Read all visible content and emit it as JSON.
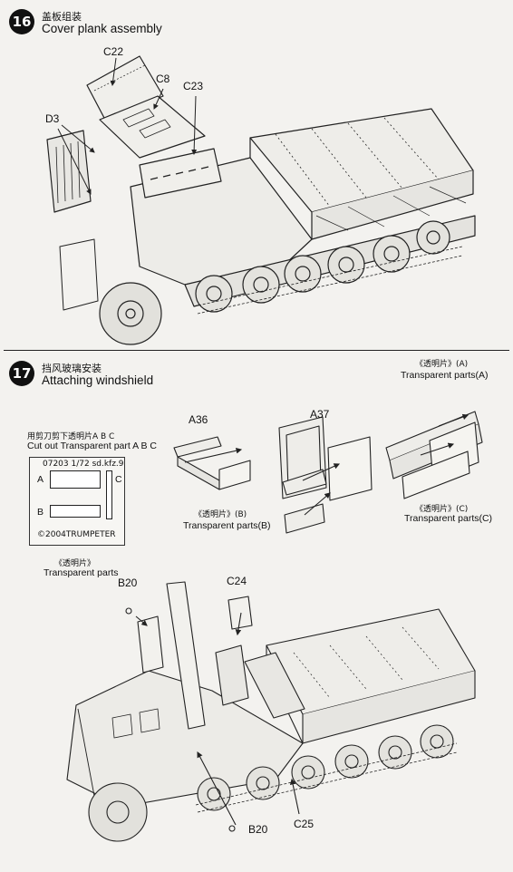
{
  "steps": [
    {
      "number": "16",
      "title_cn": "盖板组装",
      "title_en": "Cover plank assembly",
      "parts": [
        "C22",
        "C8",
        "C23",
        "D3"
      ]
    },
    {
      "number": "17",
      "title_cn": "挡风玻璃安装",
      "title_en": "Attaching windshield",
      "parts": [
        "A36",
        "A37",
        "B20",
        "C24",
        "B20",
        "C25"
      ],
      "transparent_a": {
        "cn": "《透明片》(A)",
        "en": "Transparent parts(A)"
      },
      "transparent_b": {
        "cn": "《透明片》(B)",
        "en": "Transparent parts(B)"
      },
      "transparent_c": {
        "cn": "《透明片》(C)",
        "en": "Transparent parts(C)"
      },
      "transparent_generic": {
        "cn": "《透明片》",
        "en": "Transparent parts"
      },
      "cutout_note_cn": "用剪刀剪下透明片A B C",
      "cutout_note_en": "Cut out Transparent part A B C",
      "decal_sheet": {
        "code": "07203 1/72 sd.kfz.9",
        "label_a": "A",
        "label_b": "B",
        "label_c": "C",
        "copyright": "©2004TRUMPETER"
      }
    }
  ]
}
